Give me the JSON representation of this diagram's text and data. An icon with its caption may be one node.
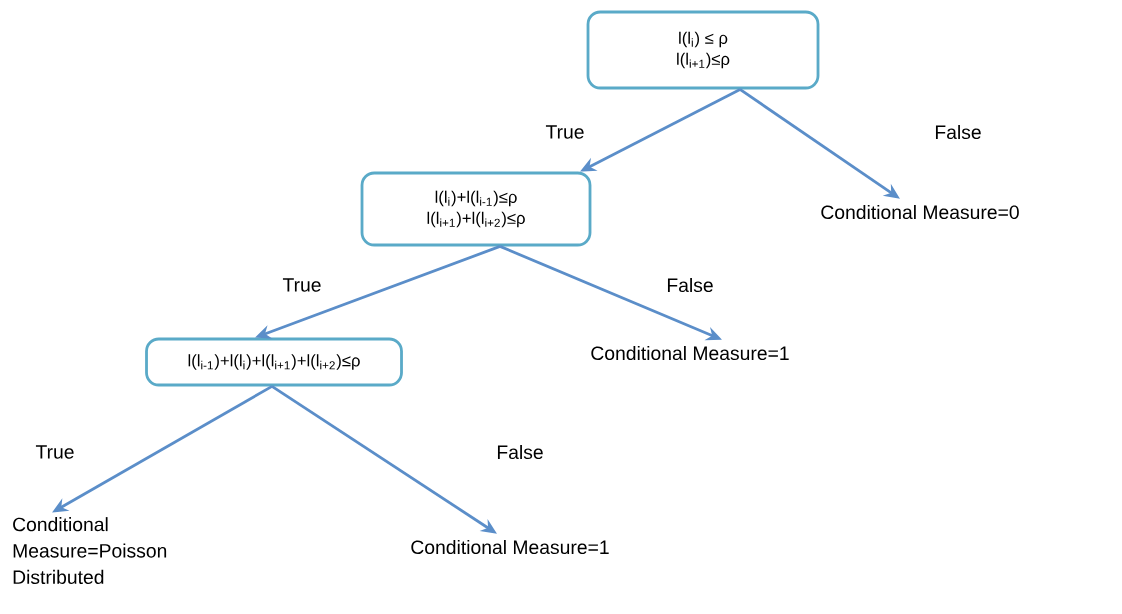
{
  "diagram": {
    "nodes": [
      {
        "text": [
          "l(l$_{i}$) ≤ ρ",
          "l(l$_{i+1}$)≤ρ"
        ]
      },
      {
        "text": [
          "Conditional Measure=0"
        ]
      },
      {
        "text": [
          "l(l$_{i}$)+l(l$_{i-1}$)≤ρ",
          "l(l$_{i+1}$)+l(l$_{i+2}$)≤ρ"
        ]
      },
      {
        "text": [
          "Conditional Measure=1"
        ]
      },
      {
        "text": [
          "l(l$_{i-1}$)+l(l$_{i}$)+l(l$_{i+1}$)+l(l$_{i+2}$)≤ρ"
        ]
      },
      {
        "text": [
          "Conditional Measure=Poisson Distributed"
        ]
      },
      {
        "text": [
          "Conditional Measure=1"
        ]
      }
    ],
    "edges": [
      {
        "from": 0,
        "to": 2,
        "arrow": "to",
        "label": "True"
      },
      {
        "from": 0,
        "to": 1,
        "arrow": "to",
        "label": "False"
      },
      {
        "from": 2,
        "to": 4,
        "arrow": "to",
        "label": "True"
      },
      {
        "from": 2,
        "to": 3,
        "arrow": "to",
        "label": "False"
      },
      {
        "from": 4,
        "to": 5,
        "arrow": "to",
        "label": "True"
      },
      {
        "from": 4,
        "to": 6,
        "arrow": "to",
        "label": "False"
      }
    ]
  }
}
